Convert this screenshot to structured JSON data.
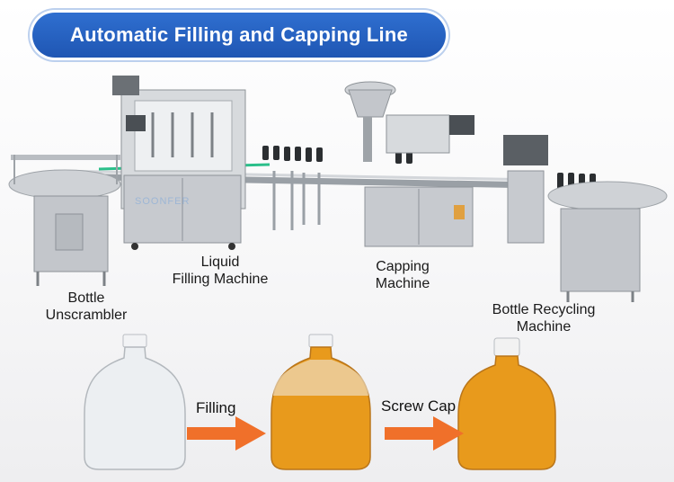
{
  "title": "Automatic Filling and Capping Line",
  "machines": {
    "unscrambler": [
      "Bottle",
      "Unscrambler"
    ],
    "filler": [
      "Liquid",
      "Filling Machine"
    ],
    "capper": [
      "Capping",
      "Machine"
    ],
    "recycler": [
      "Bottle Recycling",
      "Machine"
    ]
  },
  "watermark": "SOONFER",
  "steps": {
    "filling": "Filling",
    "screw_cap": "Screw Cap"
  },
  "colors": {
    "title_bg": "#1f56b3",
    "arrow": "#f0702a",
    "liquid": "#e89a1c",
    "cap": "#f2f2f2",
    "steel": "#c9ccd0"
  }
}
